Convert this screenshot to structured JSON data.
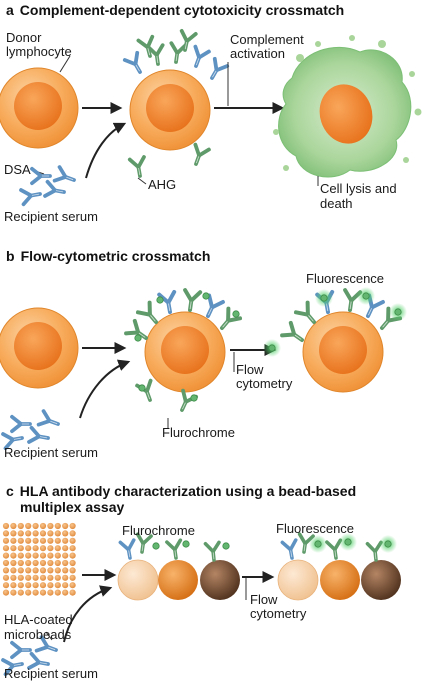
{
  "panels": [
    {
      "letter": "a",
      "title": "Complement-dependent cytotoxicity crossmatch",
      "labels": {
        "donor_l1": "Donor",
        "donor_l2": "lymphocyte",
        "dsa": "DSA",
        "recipient_serum": "Recipient serum",
        "ahg": "AHG",
        "complement_l1": "Complement",
        "complement_l2": "activation",
        "lysis_l1": "Cell lysis and",
        "lysis_l2": "death"
      }
    },
    {
      "letter": "b",
      "title": "Flow-cytometric crossmatch",
      "labels": {
        "fluorescence": "Fluorescence",
        "flow_l1": "Flow",
        "flow_l2": "cytometry",
        "flurochrome": "Flurochrome",
        "recipient_serum": "Recipient serum"
      }
    },
    {
      "letter": "c",
      "title_l1": "HLA antibody characterization using a bead-based",
      "title_l2": "multiplex assay",
      "labels": {
        "flurochrome": "Flurochrome",
        "fluorescence": "Fluorescence",
        "beads_l1": "HLA-coated",
        "beads_l2": "microbeads",
        "flow_l1": "Flow",
        "flow_l2": "cytometry",
        "recipient_serum": "Recipient serum"
      }
    }
  ],
  "colors": {
    "cell_orange": "#f7a24a",
    "nucleus_orange": "#f07f22",
    "antibody_blue": "#5e92c2",
    "antibody_green": "#5f9b6a",
    "glow_green": "#43c15b",
    "lysis_green": "#a8d49a",
    "bead_light": "#f6cfa6",
    "bead_orange": "#e6801f",
    "bead_brown": "#6e4a30"
  }
}
